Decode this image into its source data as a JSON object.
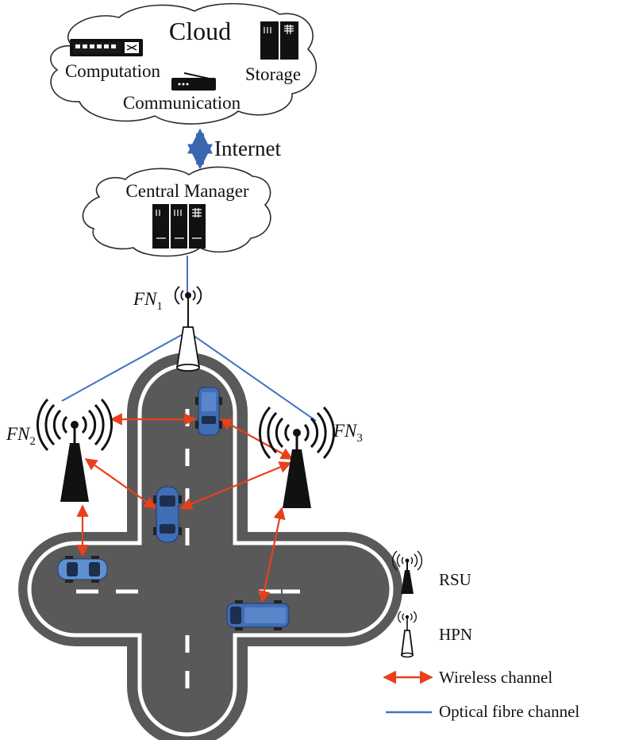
{
  "cloud": {
    "title": "Cloud",
    "computation": "Computation",
    "storage": "Storage",
    "communication": "Communication"
  },
  "internet": "Internet",
  "central_manager": "Central Manager",
  "nodes": {
    "fn1": {
      "base": "FN",
      "sub": "1"
    },
    "fn2": {
      "base": "FN",
      "sub": "2"
    },
    "fn3": {
      "base": "FN",
      "sub": "3"
    }
  },
  "legend": {
    "rsu": "RSU",
    "hpn": "HPN",
    "wireless": "Wireless channel",
    "optical": "Optical fibre channel"
  },
  "colors": {
    "wireless": "#e8401c",
    "optical": "#4472c4",
    "road": "#595959",
    "arrow_internet": "#3b66b0",
    "car": "#3f6db6"
  }
}
